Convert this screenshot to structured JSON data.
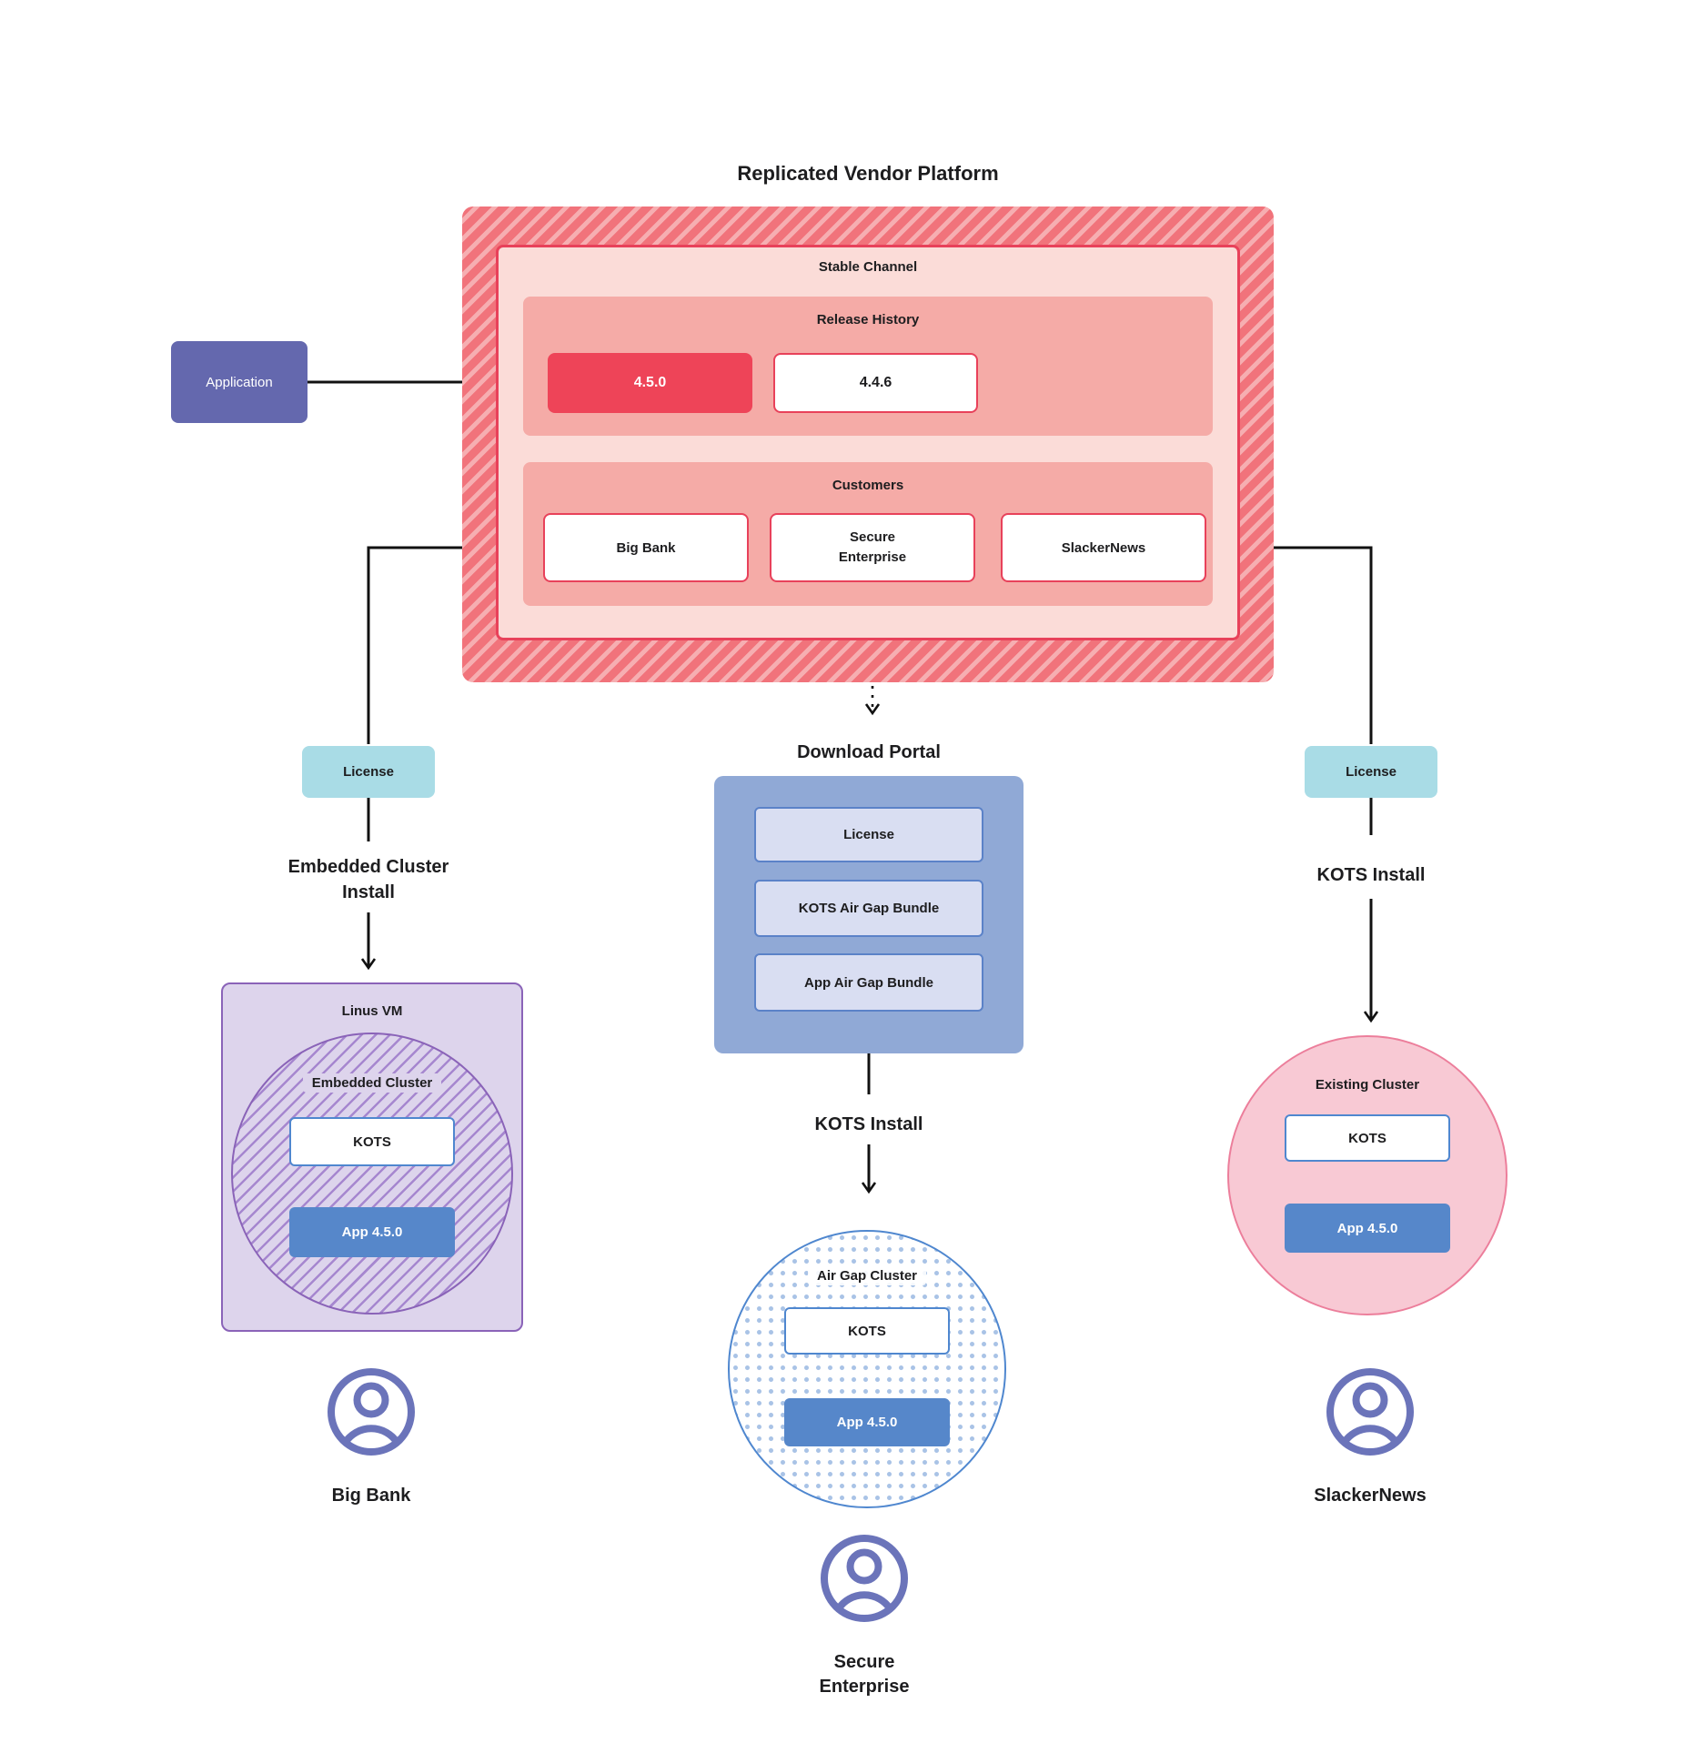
{
  "title": "Replicated Vendor Platform",
  "colors": {
    "hatch_dark": "#f1737b",
    "hatch_light": "#f6aeb1",
    "red_accent": "#ee4458",
    "red_border": "#e8415a",
    "pink_panel": "#f5aba7",
    "pink_light": "#fbdcd8",
    "app_purple": "#6468ae",
    "teal_license": "#a9dce6",
    "portal_blue": "#90a9d6",
    "portal_item_bg": "#d9def2",
    "app_blue": "#5687ca",
    "kots_border_blue": "#4f87cf",
    "vm_purple_bg": "#ddd4ec",
    "vm_purple_border": "#8a63b8",
    "existing_pink": "#f8c9d4",
    "existing_pink_border": "#ec7e9b",
    "user_icon_purple": "#6b74ba"
  },
  "platform": {
    "stable_channel": {
      "label": "Stable Channel",
      "release_history": {
        "label": "Release History",
        "releases": [
          {
            "version": "4.5.0",
            "highlighted": true
          },
          {
            "version": "4.4.6",
            "highlighted": false
          }
        ]
      },
      "customers": {
        "label": "Customers",
        "items": [
          {
            "name": "Big Bank"
          },
          {
            "name": "Secure\nEnterprise"
          },
          {
            "name": "SlackerNews"
          }
        ]
      }
    }
  },
  "application": {
    "label": "Application"
  },
  "left_flow": {
    "license_label": "License",
    "install_label": "Embedded Cluster\nInstall",
    "vm": {
      "label": "Linus VM",
      "cluster_label": "Embedded Cluster",
      "kots_label": "KOTS",
      "app_label": "App 4.5.0"
    },
    "user_label": "Big Bank"
  },
  "mid_flow": {
    "portal_title": "Download Portal",
    "portal_items": [
      "License",
      "KOTS Air Gap Bundle",
      "App Air Gap Bundle"
    ],
    "install_label": "KOTS Install",
    "cluster": {
      "label": "Air Gap Cluster",
      "kots_label": "KOTS",
      "app_label": "App 4.5.0"
    },
    "user_label": "Secure\nEnterprise"
  },
  "right_flow": {
    "license_label": "License",
    "install_label": "KOTS Install",
    "cluster": {
      "label": "Existing Cluster",
      "kots_label": "KOTS",
      "app_label": "App 4.5.0"
    },
    "user_label": "SlackerNews"
  }
}
